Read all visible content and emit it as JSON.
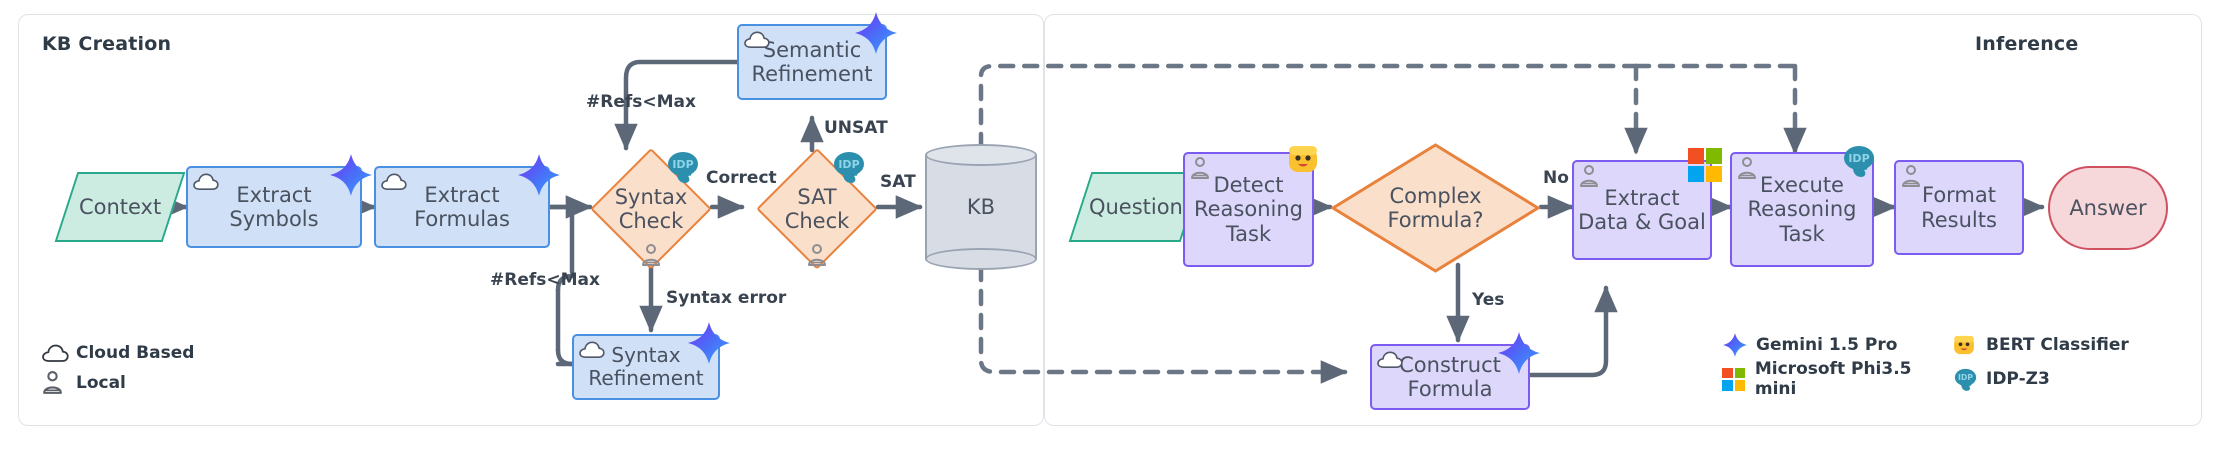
{
  "panels": {
    "kb": {
      "title": "KB Creation"
    },
    "inference": {
      "title": "Inference"
    }
  },
  "nodes": {
    "context": {
      "label": "Context",
      "shape": "parallelogram",
      "color": "#ccece1"
    },
    "extract_symbols": {
      "label": "Extract\nSymbols",
      "shape": "process",
      "color": "#cfe0f7"
    },
    "extract_formulas": {
      "label": "Extract\nFormulas",
      "shape": "process",
      "color": "#cfe0f7"
    },
    "semantic_refinement": {
      "label": "Semantic\nRefinement",
      "shape": "process",
      "color": "#cfe0f7"
    },
    "syntax_check": {
      "label": "Syntax\nCheck",
      "shape": "decision",
      "color": "#fadfcb"
    },
    "sat_check": {
      "label": "SAT\nCheck",
      "shape": "decision",
      "color": "#fadfcb"
    },
    "syntax_refinement": {
      "label": "Syntax\nRefinement",
      "shape": "process",
      "color": "#cfe0f7"
    },
    "kb": {
      "label": "KB",
      "shape": "database",
      "color": "#d8dce5"
    },
    "question": {
      "label": "Question",
      "shape": "parallelogram",
      "color": "#ccece1"
    },
    "detect_reasoning": {
      "label": "Detect\nReasoning\nTask",
      "shape": "process",
      "color": "#ddd7fb"
    },
    "complex_formula": {
      "label": "Complex\nFormula?",
      "shape": "decision",
      "color": "#fadfcb"
    },
    "extract_data_goal": {
      "label": "Extract\nData & Goal",
      "shape": "process",
      "color": "#ddd7fb"
    },
    "execute_reasoning": {
      "label": "Execute\nReasoning\nTask",
      "shape": "process",
      "color": "#ddd7fb"
    },
    "format_results": {
      "label": "Format\nResults",
      "shape": "process",
      "color": "#ddd7fb"
    },
    "answer": {
      "label": "Answer",
      "shape": "terminator",
      "color": "#f6d7da"
    },
    "construct_formula": {
      "label": "Construct\nFormula",
      "shape": "process",
      "color": "#ddd7fb"
    }
  },
  "edge_labels": {
    "refs_max_top": "#Refs<Max",
    "refs_max_bottom": "#Refs<Max",
    "correct": "Correct",
    "unsat": "UNSAT",
    "sat": "SAT",
    "syntax_error": "Syntax error",
    "no": "No",
    "yes": "Yes"
  },
  "legend_left": {
    "items": [
      {
        "icon": "cloud-icon",
        "label": "Cloud Based"
      },
      {
        "icon": "local-icon",
        "label": "Local"
      }
    ]
  },
  "legend_right": {
    "items": [
      {
        "icon": "gemini-sparkle-icon",
        "label": "Gemini 1.5 Pro"
      },
      {
        "icon": "bert-classifier-icon",
        "label": "BERT Classifier"
      },
      {
        "icon": "microsoft-logo-icon",
        "label": "Microsoft Phi3.5 mini"
      },
      {
        "icon": "idp-z3-brain-icon",
        "label": "IDP-Z3"
      }
    ]
  },
  "colors": {
    "blue_box_fill": "#cfe0f7",
    "blue_box_stroke": "#4a90e2",
    "purple_box_fill": "#ddd7fb",
    "purple_box_stroke": "#7c5cf0",
    "diamond_fill": "#fadfcb",
    "diamond_stroke": "#e8823c",
    "green_fill": "#ccece1",
    "green_stroke": "#28a98a",
    "pill_fill": "#f6d7da",
    "pill_stroke": "#cf5160",
    "cylinder_fill": "#d8dce5",
    "cylinder_stroke": "#9aa3b2",
    "arrow": "#5c6878",
    "panel_border": "#dfe3e8",
    "text": "#4a5260",
    "ms_red": "#f25022",
    "ms_green": "#7fba00",
    "ms_blue": "#00a4ef",
    "ms_yellow": "#ffb900"
  },
  "badge_icons": {
    "cloud": "cloud-icon",
    "local": "local-icon",
    "gemini": "gemini-sparkle-icon",
    "idp": "idp-z3-brain-icon",
    "bert": "bert-classifier-icon",
    "microsoft": "microsoft-logo-icon"
  }
}
